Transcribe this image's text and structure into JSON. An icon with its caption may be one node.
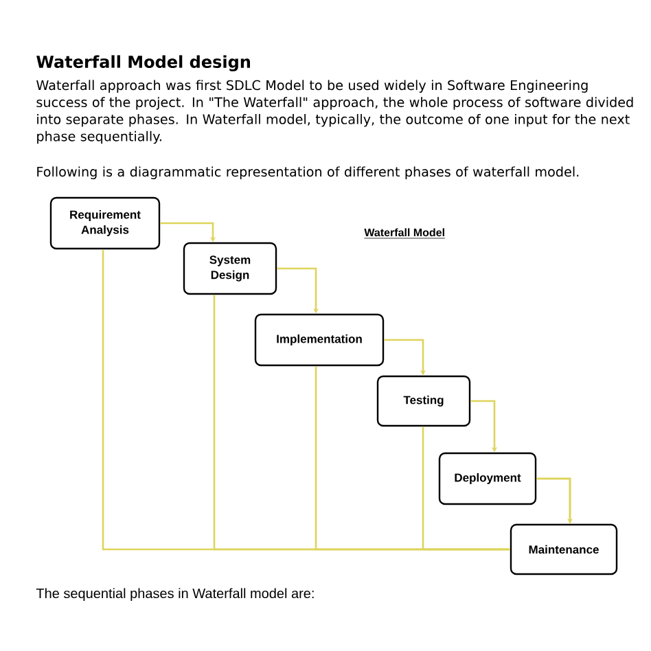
{
  "diagram": {
    "title": "Waterfall Model design",
    "nodes": [
      {
        "text": [
          "Requirement Analysis"
        ]
      },
      {
        "text": [
          "System Design"
        ]
      },
      {
        "text": [
          "Implementation"
        ]
      },
      {
        "text": [
          "Testing"
        ]
      },
      {
        "text": [
          "Deployment"
        ]
      },
      {
        "text": [
          "Maintenance"
        ]
      }
    ],
    "edges": [
      {
        "from": 0,
        "to": 1,
        "arrow": "to"
      },
      {
        "from": 1,
        "to": 2,
        "arrow": "to"
      },
      {
        "from": 2,
        "to": 3,
        "arrow": "to"
      },
      {
        "from": 3,
        "to": 4,
        "arrow": "to"
      },
      {
        "from": 4,
        "to": 5,
        "arrow": "to"
      },
      {
        "from": 0,
        "to": 5,
        "arrow": "none"
      },
      {
        "from": 1,
        "to": 5,
        "arrow": "none"
      },
      {
        "from": 2,
        "to": 5,
        "arrow": "none"
      },
      {
        "from": 3,
        "to": 5,
        "arrow": "none"
      },
      {
        "from": 4,
        "to": 5,
        "arrow": "none"
      }
    ],
    "labels": [
      "Waterfall approach was first SDLC Model to be used widely in Software Engineering success of the project. In \"The Waterfall\" approach, the whole process of software divided into separate phases. In Waterfall model, typically, the outcome of one input for the next phase sequentially.",
      "Following is a diagrammatic representation of different phases of waterfall model.",
      "Waterfall Model",
      "The sequential phases in Waterfall model are:"
    ]
  }
}
